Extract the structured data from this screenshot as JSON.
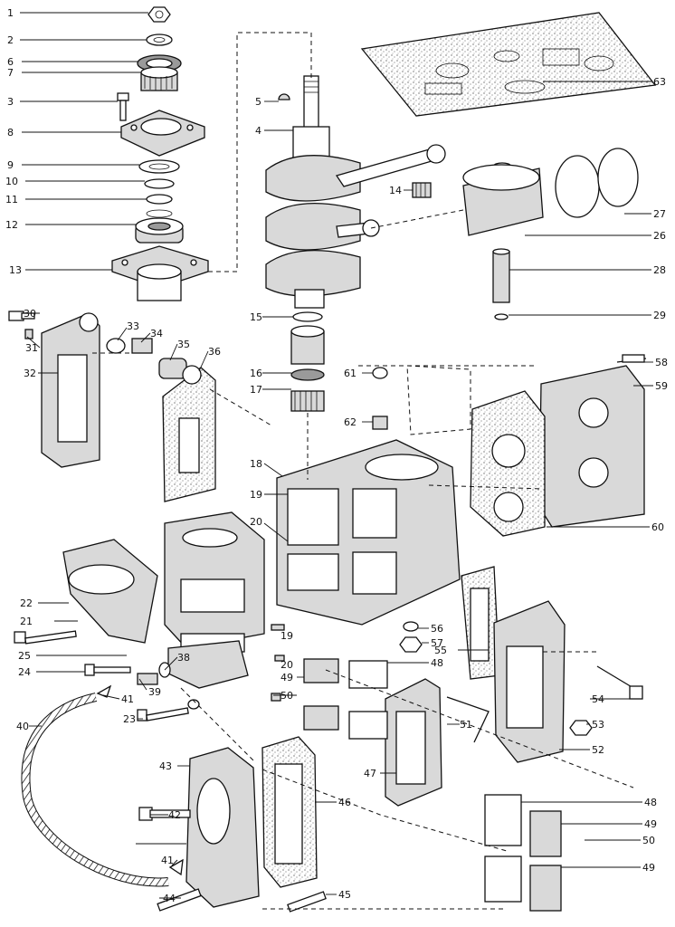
{
  "diagram": {
    "callouts": [
      "1",
      "2",
      "6",
      "7",
      "3",
      "8",
      "9",
      "10",
      "11",
      "12",
      "13",
      "5",
      "4",
      "14",
      "15",
      "16",
      "17",
      "18",
      "19",
      "20",
      "21",
      "22",
      "24",
      "25",
      "23",
      "38",
      "39",
      "41",
      "40",
      "43",
      "42",
      "44",
      "45",
      "46",
      "47",
      "48",
      "49",
      "50",
      "51",
      "52",
      "53",
      "54",
      "55",
      "56",
      "57",
      "58",
      "59",
      "60",
      "61",
      "62",
      "63",
      "26",
      "27",
      "28",
      "29",
      "30",
      "31",
      "32",
      "33",
      "34",
      "35",
      "36"
    ],
    "colors": {
      "ink": "#111111",
      "paper": "#ffffff",
      "shade": "#d9d9d9"
    }
  }
}
